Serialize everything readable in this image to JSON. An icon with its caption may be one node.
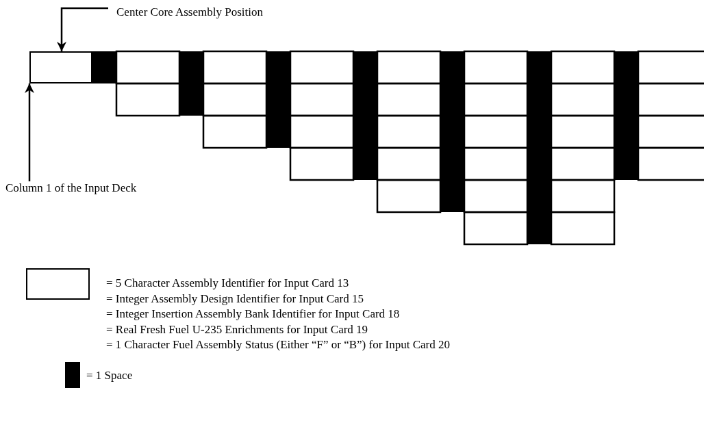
{
  "diagram": {
    "nodes": [
      {
        "text": [
          "Center Core Assembly Position"
        ]
      },
      {
        "text": [
          "Column 1 of the Input Deck"
        ]
      },
      {
        "text": [],
        "shape": "box"
      }
    ],
    "edges": [
      {
        "from": 0,
        "to": 2,
        "arrow": "to"
      },
      {
        "from": 1,
        "to": 2,
        "arrow": "to"
      }
    ],
    "legend": [
      {
        "text": "= 5 Character Assembly Identifier for Input Card 13",
        "color": "#ffffff"
      },
      {
        "text": "= Integer Assembly Design Identifier for Input Card 15"
      },
      {
        "text": "= Integer Insertion Assembly Bank Identifier for Input Card 18"
      },
      {
        "text": "= Real Fresh Fuel U-235 Enrichments for Input Card 19"
      },
      {
        "text": "= 1 Character Fuel Assembly Status (Either “F” or “B”) for Input Card 20"
      },
      {
        "text": "= 1 Space",
        "color": "#000000"
      }
    ]
  }
}
